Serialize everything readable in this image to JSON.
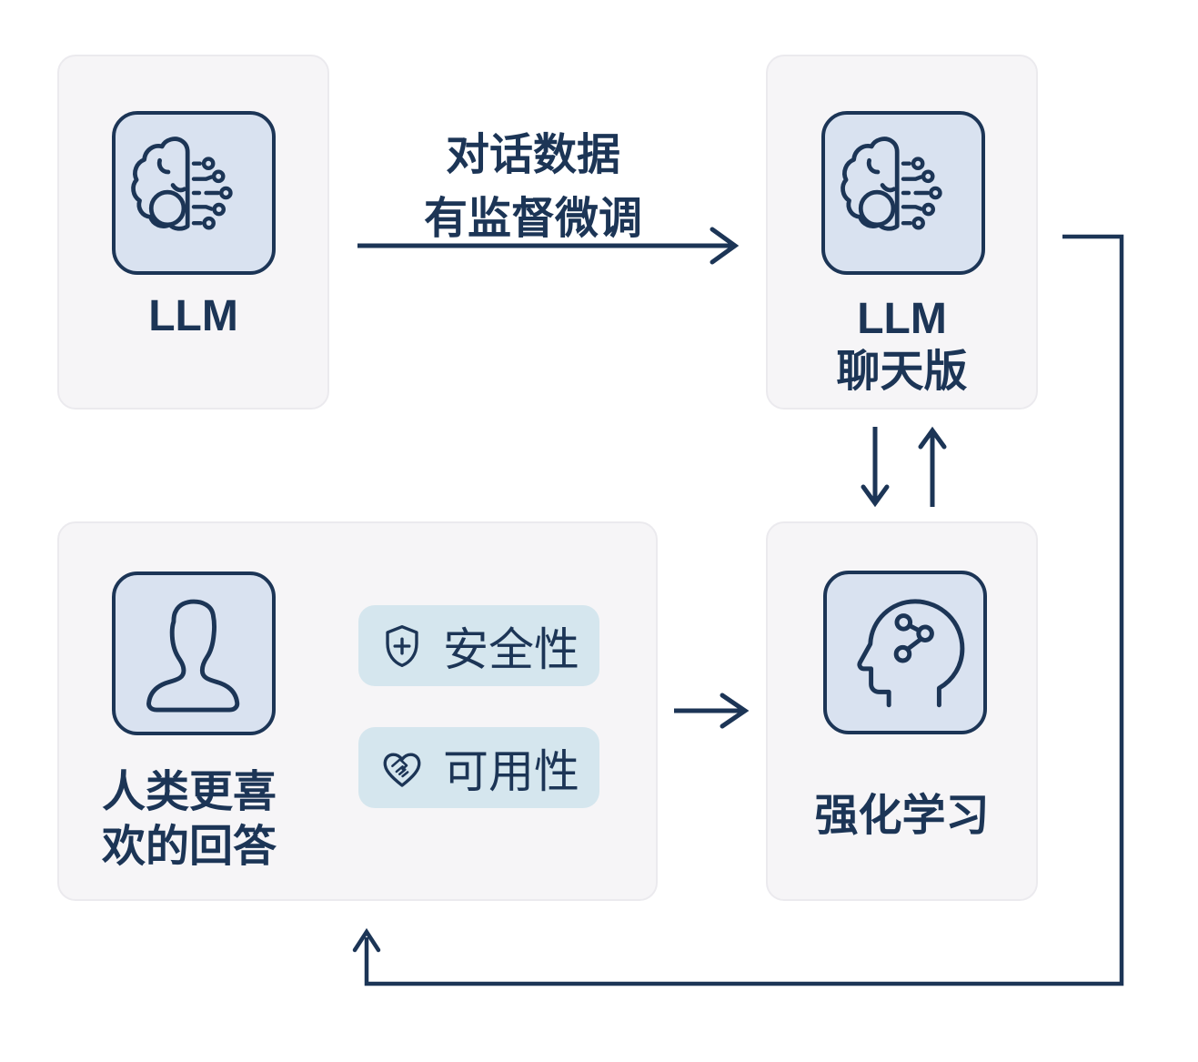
{
  "colors": {
    "navy": "#1c3556",
    "card-bg": "#f6f5f7",
    "card-border": "#ebeaee",
    "iconbox-bg": "#d9e2f0",
    "badge-bg": "#d5e6ee",
    "page-bg": "#ffffff"
  },
  "nodes": {
    "llm": {
      "icon": "brain-circuit-icon",
      "label": "LLM"
    },
    "llm_chat": {
      "icon": "brain-circuit-icon",
      "line1": "LLM",
      "line2": "聊天版"
    },
    "human_pref": {
      "icon": "person-icon",
      "line1": "人类更喜",
      "line2": "欢的回答"
    },
    "rl": {
      "icon": "head-network-icon",
      "label": "强化学习"
    }
  },
  "badges": [
    {
      "icon": "shield-plus-icon",
      "label": "安全性"
    },
    {
      "icon": "heart-handshake-icon",
      "label": "可用性"
    }
  ],
  "edges": {
    "sft": {
      "line1": "对话数据",
      "line2": "有监督微调"
    }
  }
}
